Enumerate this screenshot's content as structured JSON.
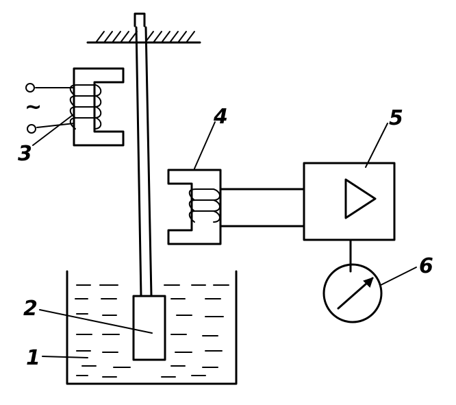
{
  "labels": {
    "vessel": "1",
    "float_body": "2",
    "excitation_magnet": "3",
    "pickup_magnet": "4",
    "amplifier": "5",
    "indicator": "6",
    "ac_symbol": "~"
  },
  "colors": {
    "ink": "#000000",
    "background": "#ffffff"
  }
}
